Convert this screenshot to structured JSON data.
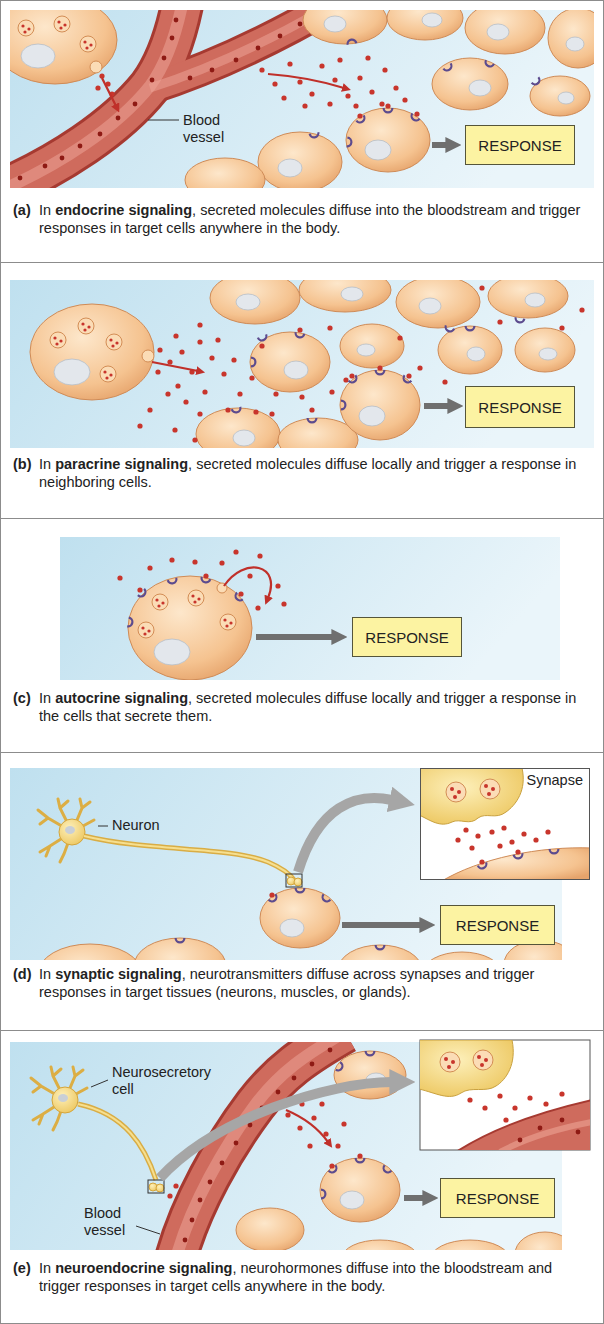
{
  "diagram": {
    "nodes": [
      {
        "text": [
          "(a)",
          "In endocrine signaling, secreted molecules diffuse into the bloodstream and trigger responses in target cells anywhere in the body."
        ]
      },
      {
        "text": [
          "RESPONSE"
        ],
        "in": 0
      },
      {
        "text": [
          "(b)",
          "In paracrine signaling, secreted molecules diffuse locally and trigger a response in neighboring cells."
        ]
      },
      {
        "text": [
          "RESPONSE"
        ],
        "in": 2
      },
      {
        "text": [
          "(c)",
          "In autocrine signaling, secreted molecules diffuse locally and trigger a response in the cells that secrete them."
        ]
      },
      {
        "text": [
          "RESPONSE"
        ],
        "in": 4
      },
      {
        "text": [
          "(d)",
          "In synaptic signaling, neurotransmitters diffuse across synapses and trigger responses in target tissues (neurons, muscles, or glands)."
        ]
      },
      {
        "text": [
          "Synapse"
        ],
        "in": 6
      },
      {
        "text": [
          "RESPONSE"
        ],
        "in": 6
      },
      {
        "text": [
          "(e)",
          "In neuroendocrine signaling, neurohormones diffuse into the bloodstream and trigger responses in target cells anywhere in the body."
        ]
      },
      {
        "text": [
          "RESPONSE"
        ],
        "in": 9
      }
    ],
    "labels": [
      "Blood vessel",
      "Neuron",
      "Neurosecretory cell",
      "Blood vessel"
    ]
  }
}
